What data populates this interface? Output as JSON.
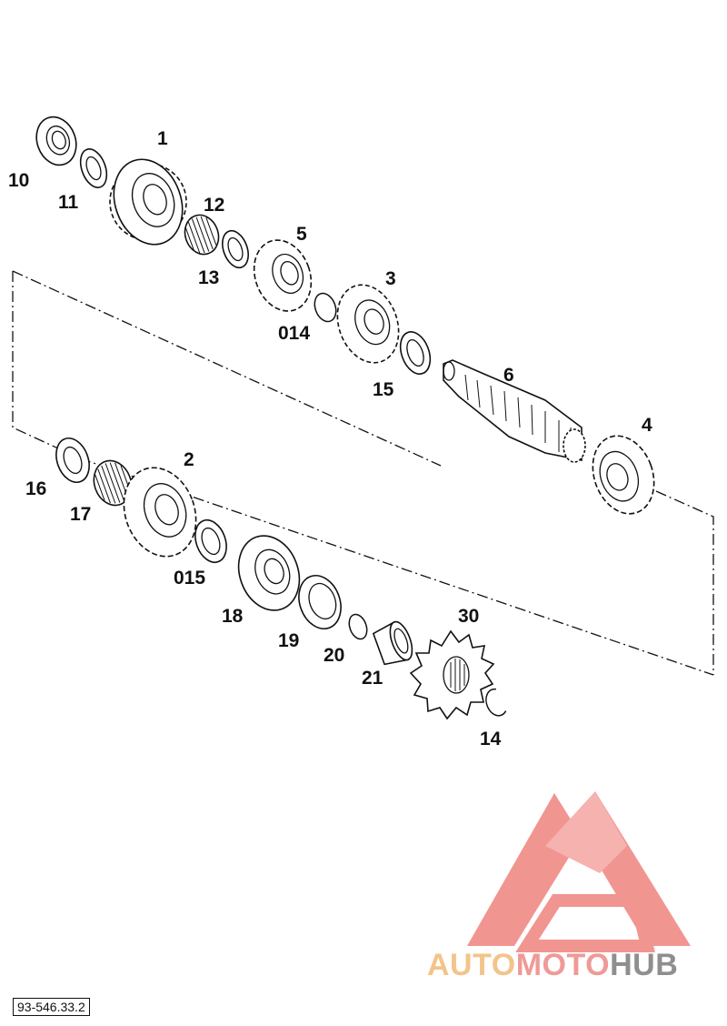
{
  "parts": {
    "p10": "10",
    "p11": "11",
    "p1": "1",
    "p12": "12",
    "p13": "13",
    "p5": "5",
    "p014": "014",
    "p3": "3",
    "p15": "15",
    "p6": "6",
    "p4": "4",
    "p16": "16",
    "p17": "17",
    "p2": "2",
    "p015": "015",
    "p18": "18",
    "p19": "19",
    "p20": "20",
    "p21": "21",
    "p30": "30",
    "p14": "14"
  },
  "drawing_number": "93-546.33.2",
  "watermark": {
    "brand": "AUTOMOTOHUB",
    "part_auto": "AUTO",
    "part_moto": "MOTO",
    "part_hub": "HUB",
    "colors": {
      "auto": "#f3c48a",
      "moto": "#ef9a97",
      "hub": "#8f8f8f",
      "logo": "#f08a86"
    }
  }
}
